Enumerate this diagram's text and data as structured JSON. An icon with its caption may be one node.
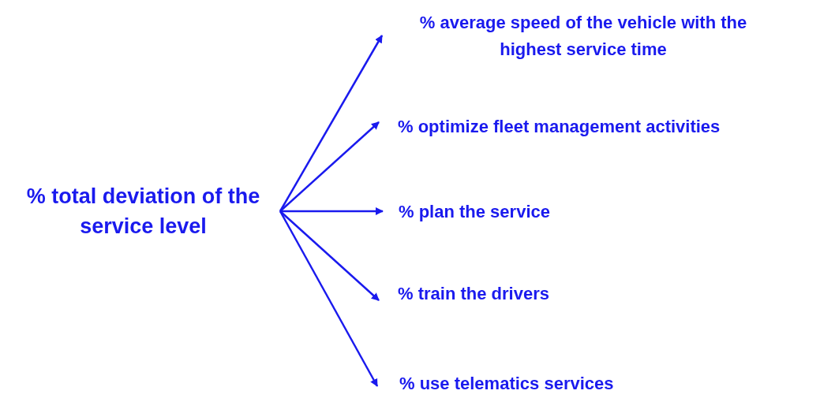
{
  "diagram": {
    "nodes": [
      {
        "text": [
          "% total deviation of the service level"
        ]
      },
      {
        "text": [
          "% average speed of the vehicle with the highest service time"
        ]
      },
      {
        "text": [
          "% optimize fleet management activities"
        ]
      },
      {
        "text": [
          "% plan the service"
        ]
      },
      {
        "text": [
          "% train the drivers"
        ]
      },
      {
        "text": [
          "% use telematics services"
        ]
      }
    ],
    "edges": [
      {
        "from": 0,
        "to": 1,
        "arrow": "to"
      },
      {
        "from": 0,
        "to": 2,
        "arrow": "to"
      },
      {
        "from": 0,
        "to": 3,
        "arrow": "to"
      },
      {
        "from": 0,
        "to": 4,
        "arrow": "to"
      },
      {
        "from": 0,
        "to": 5,
        "arrow": "to"
      }
    ]
  }
}
